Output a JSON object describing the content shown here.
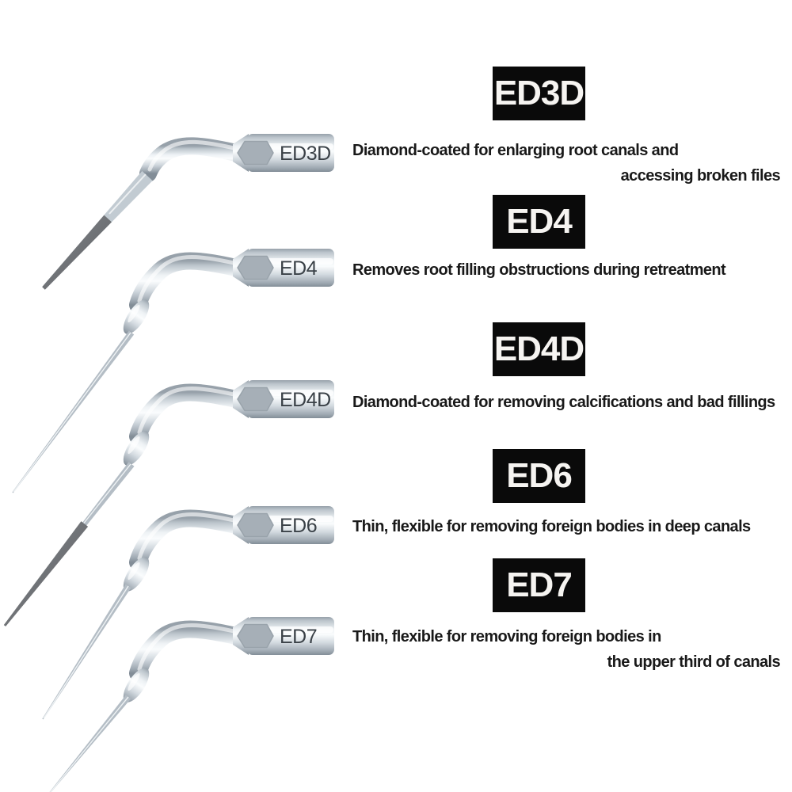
{
  "page": {
    "background": "#ffffff",
    "kind": "dental ultrasonic endodontic tip product infographic"
  },
  "products": [
    {
      "id": "ed3d",
      "tip_label": "ED3D",
      "badge": "ED3D",
      "description_line1": "Diamond-coated for enlarging root canals and",
      "description_line2": "accessing broken files",
      "diamond_coated": true
    },
    {
      "id": "ed4",
      "tip_label": "ED4",
      "badge": "ED4",
      "description_line1": "Removes root filling obstructions during retreatment",
      "description_line2": "",
      "diamond_coated": false
    },
    {
      "id": "ed4d",
      "tip_label": "ED4D",
      "badge": "ED4D",
      "description_line1": "Diamond-coated for removing calcifications and bad fillings",
      "description_line2": "",
      "diamond_coated": true
    },
    {
      "id": "ed6",
      "tip_label": "ED6",
      "badge": "ED6",
      "description_line1": "Thin, flexible for removing foreign bodies in deep canals",
      "description_line2": "",
      "diamond_coated": false
    },
    {
      "id": "ed7",
      "tip_label": "ED7",
      "badge": "ED7",
      "description_line1": "Thin, flexible for removing foreign bodies in",
      "description_line2": "the upper third of canals",
      "diamond_coated": false
    }
  ],
  "colors": {
    "badge_background": "#0a0a0a",
    "badge_text": "#f6f4f1",
    "description_text": "#191919",
    "metal_label_text": "#3a4147",
    "metal_light": "#f7fafb",
    "metal_mid": "#c3ccd3",
    "metal_dark": "#828d97",
    "wrench_flat": "#a6afb7",
    "diamond_coating": "#6b6e72"
  }
}
